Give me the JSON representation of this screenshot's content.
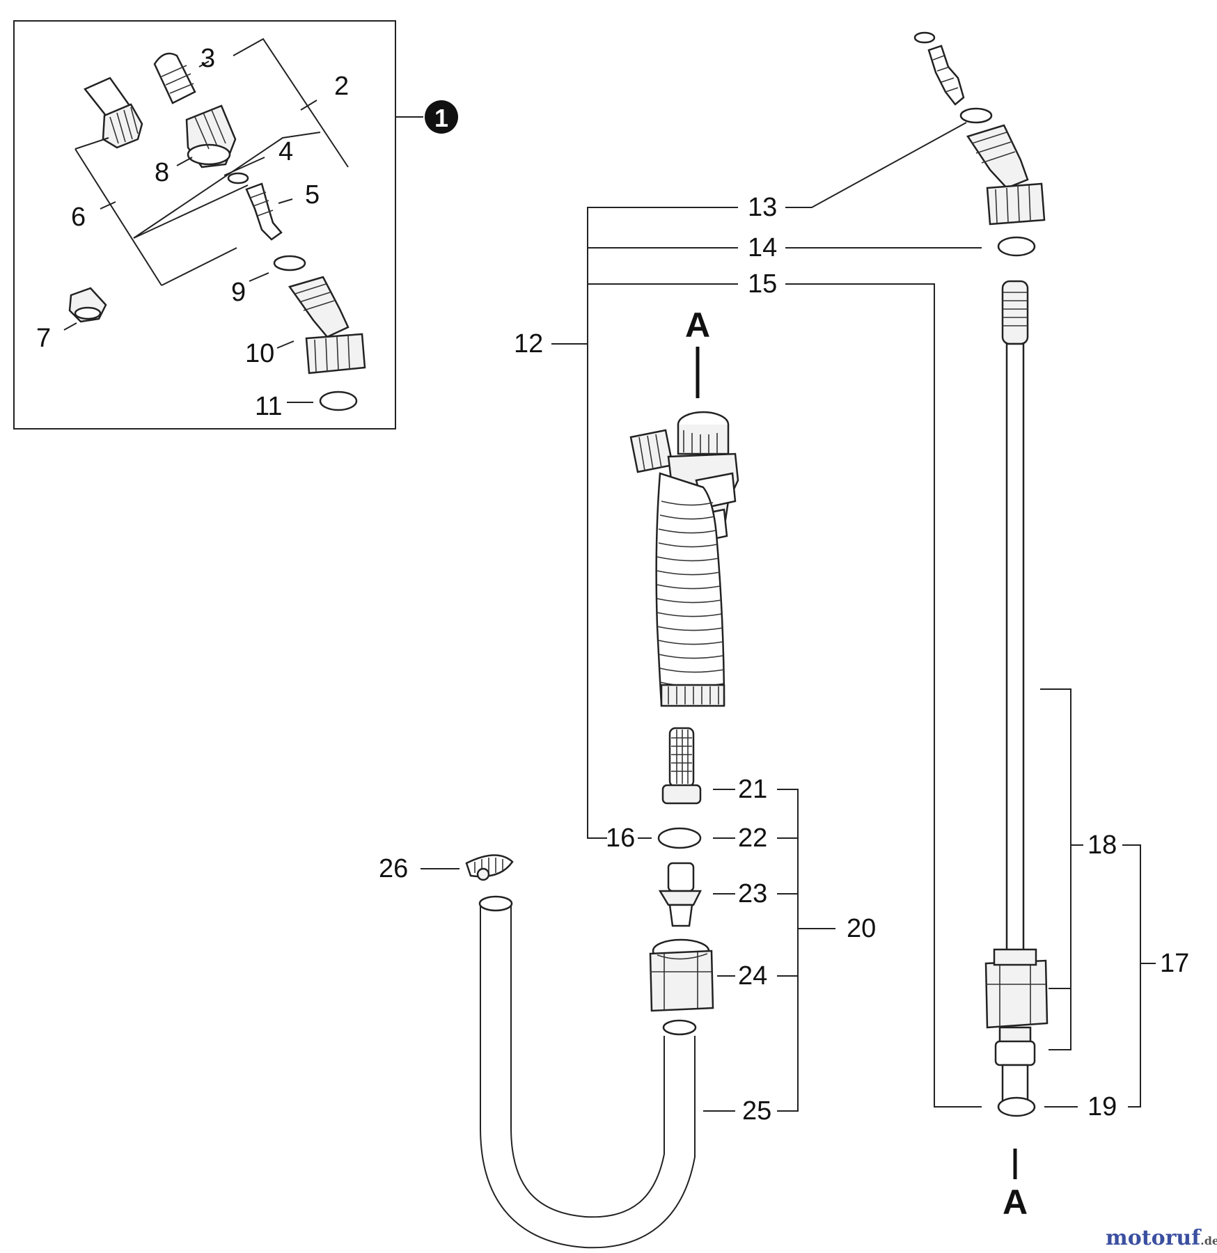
{
  "diagram": {
    "inset_callout": "1",
    "section_mark_top": "A",
    "section_mark_bottom": "A",
    "part_labels": {
      "p2": "2",
      "p3": "3",
      "p4": "4",
      "p5": "5",
      "p6": "6",
      "p7": "7",
      "p8": "8",
      "p9": "9",
      "p10": "10",
      "p11": "11",
      "p12": "12",
      "p13": "13",
      "p14": "14",
      "p15": "15",
      "p16": "16",
      "p17": "17",
      "p18": "18",
      "p19": "19",
      "p20": "20",
      "p21": "21",
      "p22": "22",
      "p23": "23",
      "p24": "24",
      "p25": "25",
      "p26": "26"
    }
  },
  "watermark": {
    "brand": "motoruf",
    "suffix": ".de",
    "colors": [
      "#3b4fa0",
      "#d14a2b",
      "#e7a21c",
      "#3b8f3a"
    ]
  }
}
